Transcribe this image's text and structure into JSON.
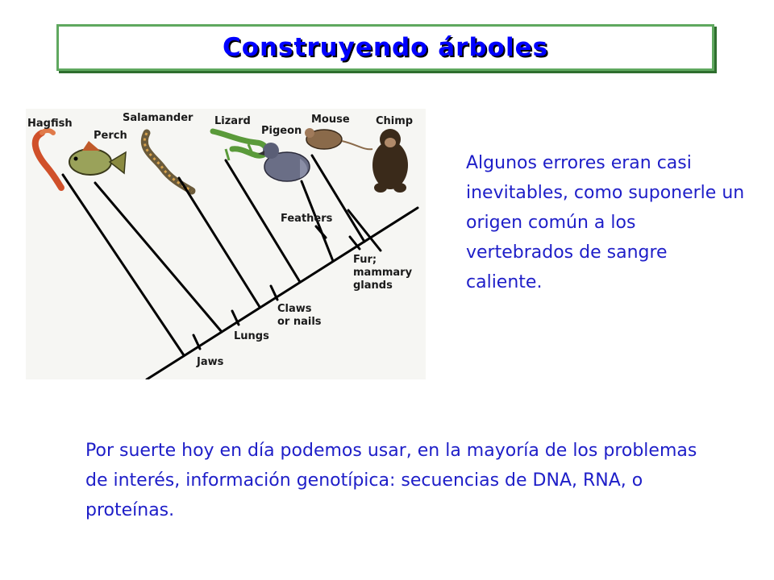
{
  "slide": {
    "title": "Construyendo árboles",
    "side_text": "Algunos errores eran casi inevitables, como suponerle un origen común a los vertebrados de sangre caliente.",
    "bottom_text": "Por suerte hoy en día podemos usar, en la mayoría de los problemas de interés, información genotípica: secuencias de DNA, RNA, o proteínas."
  },
  "tree": {
    "taxa": [
      "Hagfish",
      "Perch",
      "Salamander",
      "Lizard",
      "Pigeon",
      "Mouse",
      "Chimp"
    ],
    "traits": {
      "jaws": "Jaws",
      "lungs": "Lungs",
      "claws_line1": "Claws",
      "claws_line2": "or nails",
      "feathers": "Feathers",
      "fur_line1": "Fur;",
      "fur_line2": "mammary",
      "fur_line3": "glands"
    }
  }
}
